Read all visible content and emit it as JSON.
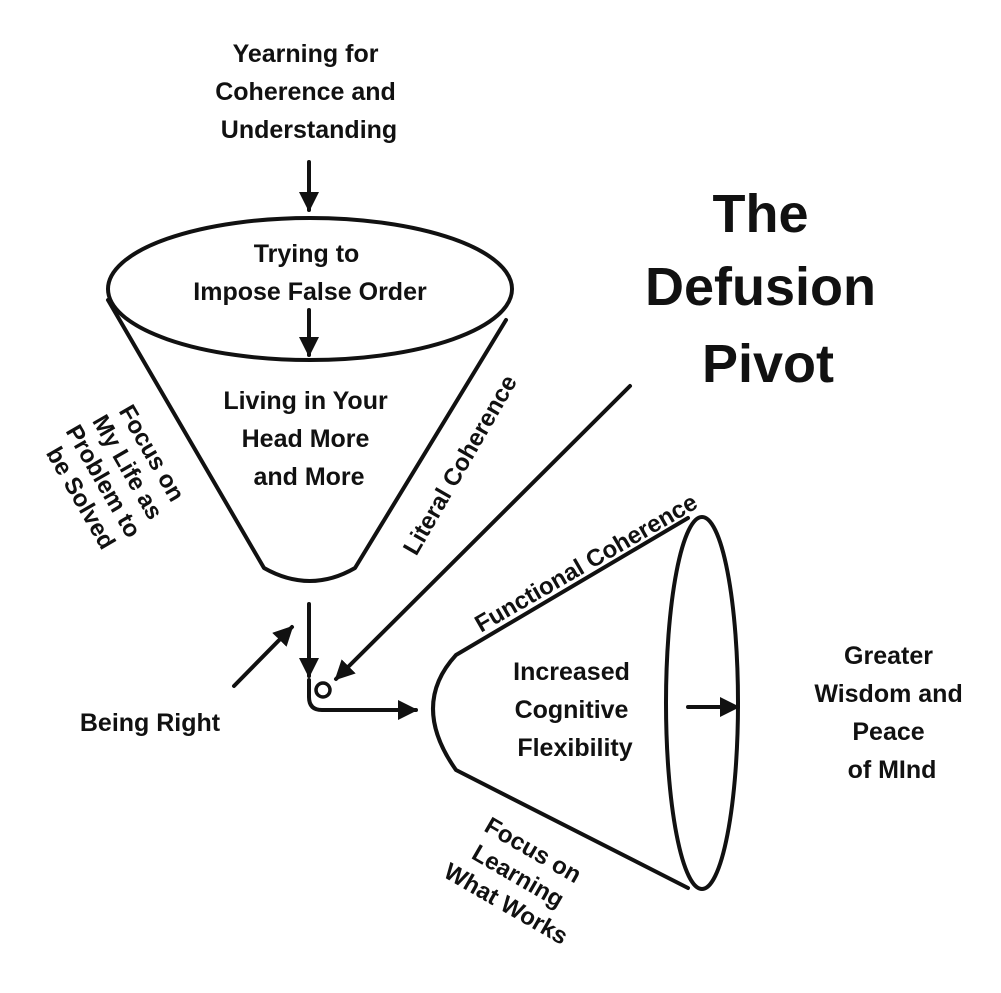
{
  "title": [
    "The",
    "Defusion",
    "Pivot"
  ],
  "top_label": [
    "Yearning for",
    "Coherence and",
    "Understanding"
  ],
  "funnel_top": [
    "Trying to",
    "Impose False Order"
  ],
  "funnel_body": [
    "Living in Your",
    "Head More",
    "and More"
  ],
  "left_side": [
    "Focus on",
    "My Life as",
    "Problem to",
    "be Solved"
  ],
  "literal": "Literal Coherence",
  "functional": "Functional Coherence",
  "being_right": "Being Right",
  "cone_body": [
    "Increased",
    "Cognitive",
    "Flexibility"
  ],
  "bottom_side": [
    "Focus on",
    "Learning",
    "What Works"
  ],
  "outcome": [
    "Greater",
    "Wisdom and",
    "Peace",
    "of MInd"
  ],
  "colors": {
    "ink": "#111111",
    "background": "#ffffff"
  }
}
